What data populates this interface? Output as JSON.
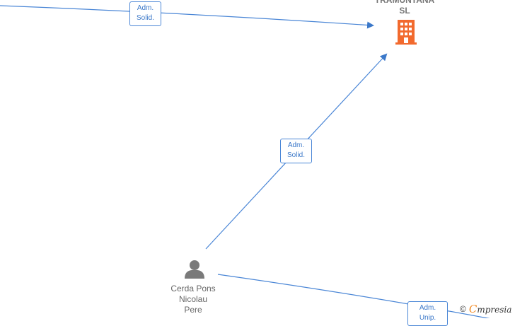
{
  "company": {
    "name_line1": "TRAMUNTANA",
    "name_line2": "SL",
    "icon": "building-icon",
    "color": "#f26a2e"
  },
  "person": {
    "name_line1": "Cerda Pons",
    "name_line2": "Nicolau",
    "name_line3": "Pere",
    "icon": "person-icon",
    "color": "#7a7a7a"
  },
  "edges": [
    {
      "line1": "Adm.",
      "line2": "Solid."
    },
    {
      "line1": "Adm.",
      "line2": "Solid."
    },
    {
      "line1": "Adm.",
      "line2": "Unip."
    }
  ],
  "watermark": {
    "copyright": "©",
    "e_letter": "C",
    "brand": "mpresia"
  },
  "colors": {
    "edge": "#4a86d6"
  }
}
